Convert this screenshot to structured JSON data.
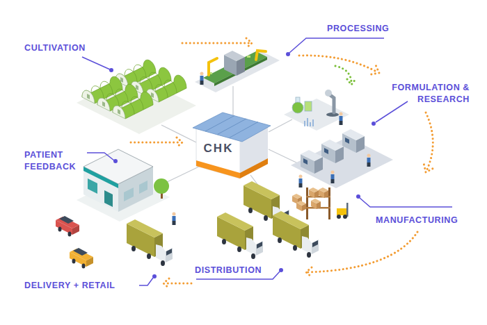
{
  "diagram": {
    "nodes": [
      {
        "text": [
          "CHK"
        ]
      }
    ],
    "labels": [
      "CULTIVATION",
      "PROCESSING",
      "FORMULATION & RESEARCH",
      "PATIENT FEEDBACK",
      "MANUFACTURING",
      "DISTRIBUTION",
      "DELIVERY + RETAIL"
    ]
  }
}
